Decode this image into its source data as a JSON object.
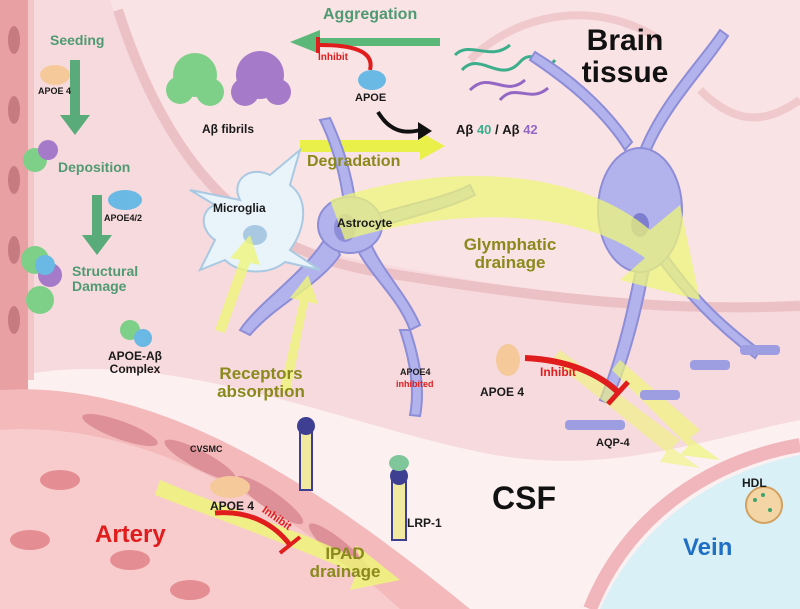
{
  "colors": {
    "green_step": "#4f9a73",
    "olive": "#8a8a1c",
    "dark": "#1a1a1a",
    "red": "#e01c1c",
    "vein_blue": "#1f6fc4",
    "aggregation_arrow": "#5cb878",
    "degradation_arrow": "#e9f04a",
    "cell_lavender": "#a9a9ea"
  },
  "labels": {
    "aggregation": "Aggregation",
    "inhibit_top": "Inhibit",
    "apoe_top": "APOE",
    "abeta_fibrils": "Aβ fibrils",
    "abeta_prefix1": "Aβ ",
    "abeta_40": "40",
    "abeta_sep": " / Aβ ",
    "abeta_42": "42",
    "brain_tissue": "Brain tissue",
    "degradation": "Degradation",
    "seeding": "Seeding",
    "apoe4_seeding": "APOE 4",
    "deposition": "Deposition",
    "apoe42": "APOE4/2",
    "structural_damage": "Structural Damage",
    "apoe_abeta_complex": "APOE-Aβ Complex",
    "microglia": "Microglia",
    "astrocyte": "Astrocyte",
    "glymphatic_drainage": "Glymphatic drainage",
    "receptors_absorption": "Receptors absorption",
    "apoe4_inhibited_1": "APOE4",
    "apoe4_inhibited_2": "inhibited",
    "apoe4_mid": "APOE 4",
    "inhibit_mid": "Inhibit",
    "aqp4": "AQP-4",
    "cvsmc": "CVSMC",
    "apoe4_artery": "APOE 4",
    "inhibit_artery": "Inhibit",
    "lrp1": "LRP-1",
    "csf": "CSF",
    "hdl": "HDL",
    "artery": "Artery",
    "ipad_drainage": "IPAD drainage",
    "vein": "Vein"
  }
}
